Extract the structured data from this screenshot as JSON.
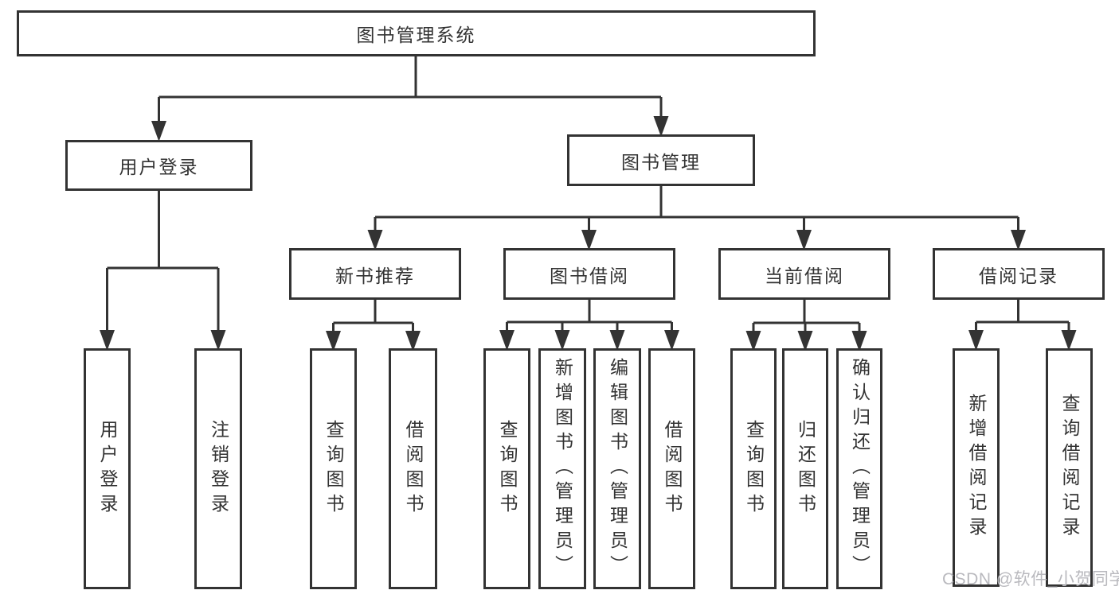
{
  "tree": {
    "root": {
      "label": "图书管理系统"
    },
    "branches": [
      {
        "label": "用户登录",
        "children": [
          {
            "label": "用户登录"
          },
          {
            "label": "注销登录"
          }
        ]
      },
      {
        "label": "图书管理",
        "sections": [
          {
            "label": "新书推荐",
            "children": [
              {
                "label": "查询图书"
              },
              {
                "label": "借阅图书"
              }
            ]
          },
          {
            "label": "图书借阅",
            "children": [
              {
                "label": "查询图书"
              },
              {
                "label": "新增图书（管理员）"
              },
              {
                "label": "编辑图书（管理员）"
              },
              {
                "label": "借阅图书"
              }
            ]
          },
          {
            "label": "当前借阅",
            "children": [
              {
                "label": "查询图书"
              },
              {
                "label": "归还图书"
              },
              {
                "label": "确认归还（管理员）"
              }
            ]
          },
          {
            "label": "借阅记录",
            "children": [
              {
                "label": "新增借阅记录"
              },
              {
                "label": "查询借阅记录"
              }
            ]
          }
        ]
      }
    ]
  },
  "watermark": {
    "text": "CSDN @软件_小贺同学"
  },
  "colors": {
    "line": "#333333",
    "text": "#333333",
    "box_background": "#ffffff",
    "watermark": "#b9b9be",
    "background": "#ffffff"
  }
}
